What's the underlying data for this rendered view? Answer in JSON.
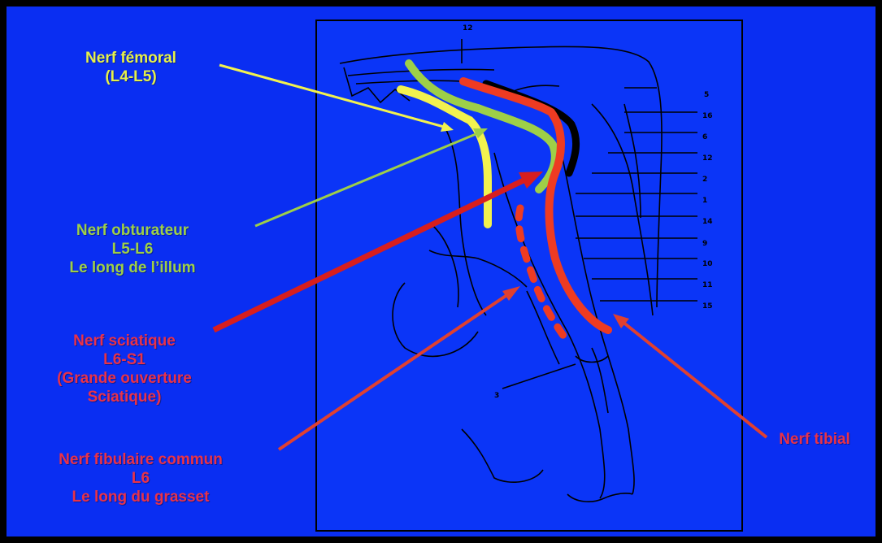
{
  "labels": {
    "femoral": {
      "line1": "Nerf fémoral",
      "line2": "(L4-L5)",
      "color": "#e6f04a"
    },
    "obturator": {
      "line1": "Nerf obturateur",
      "line2": "L5-L6",
      "line3": "Le long de l’illum",
      "color": "#9ecf48"
    },
    "sciatic": {
      "line1": "Nerf sciatique",
      "line2": "L6-S1",
      "line3": "(Grande ouverture",
      "line4": "Sciatique)",
      "color": "#e8324a"
    },
    "fibular": {
      "line1": "Nerf fibulaire commun",
      "line2": "L6",
      "line3": "Le long du grasset",
      "color": "#e8324a"
    },
    "tibial": {
      "line1": "Nerf tibial",
      "color": "#e8324a"
    }
  },
  "figure_numbers": [
    "12",
    "5",
    "16",
    "6",
    "12",
    "2",
    "1",
    "14",
    "9",
    "10",
    "11",
    "15",
    "3"
  ]
}
